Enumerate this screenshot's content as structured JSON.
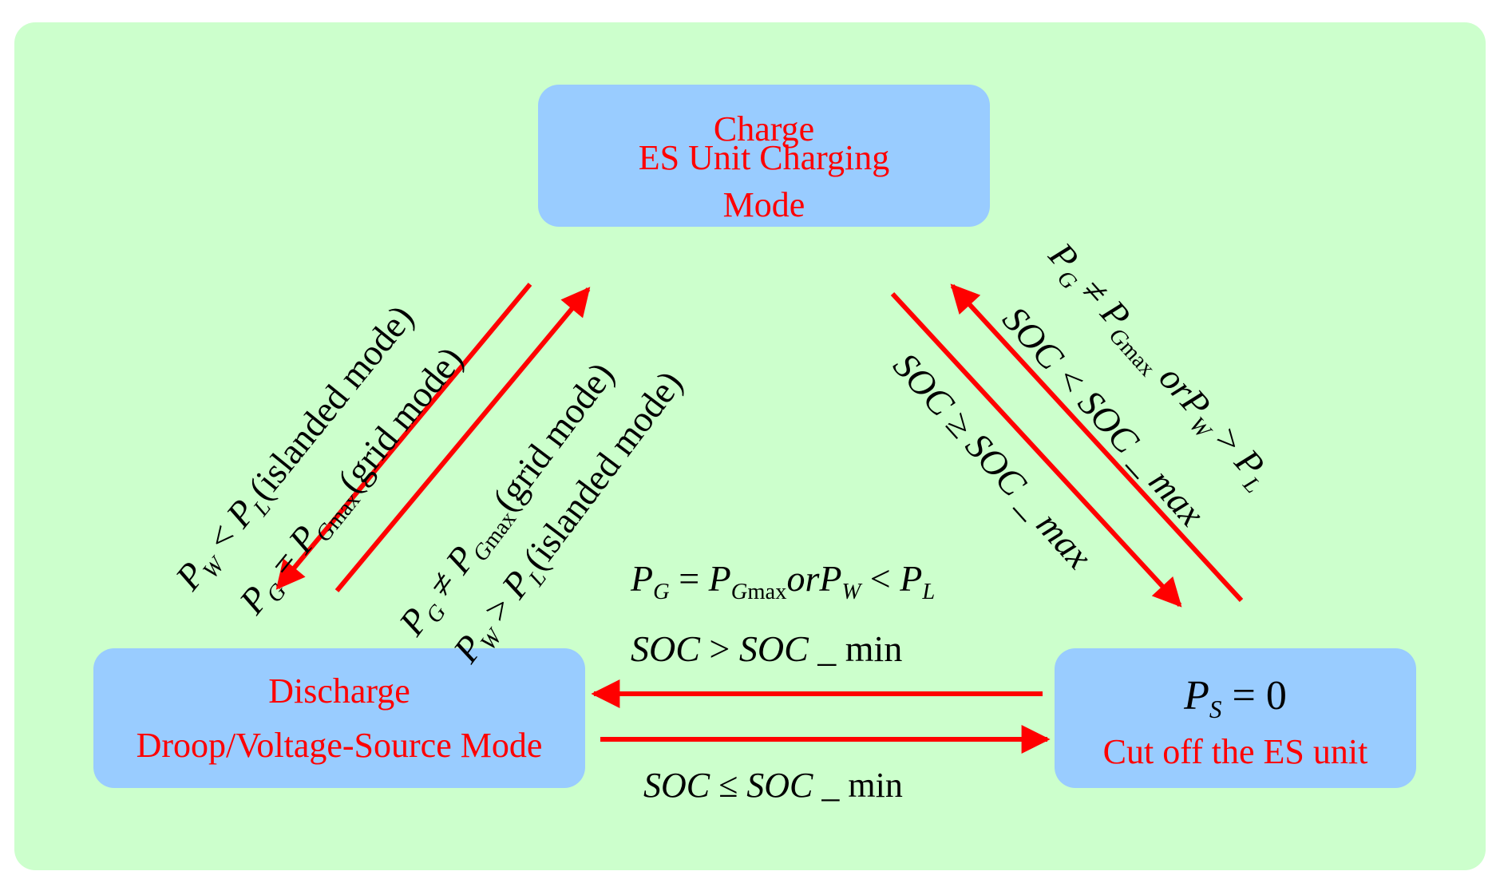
{
  "nodes": {
    "charge": {
      "line1": "Charge",
      "line2": "ES Unit Charging",
      "line3": "Mode"
    },
    "discharge": {
      "line1": "Discharge",
      "line2": "Droop/Voltage-Source Mode"
    },
    "cutoff": {
      "ps_var": "P",
      "ps_sub": "S",
      "ps_eq": " = 0",
      "line2": "Cut off the ES unit"
    }
  },
  "conditions": {
    "charge_to_discharge": {
      "l1": {
        "a": "P",
        "a_sub": "W",
        "op": " < ",
        "b": "P",
        "b_sub": "L",
        "tail": "(islanded  mode)"
      },
      "l2": {
        "a": "P",
        "a_sub": "G",
        "op": " = ",
        "b": "P",
        "b_sub": "G",
        "b_sub2": "max",
        "tail": "(grid mode)"
      }
    },
    "discharge_to_charge": {
      "l1": {
        "a": "P",
        "a_sub": "G",
        "op": " ≠ ",
        "b": "P",
        "b_sub": "G",
        "b_sub2": "max",
        "tail": "(grid mode)"
      },
      "l2": {
        "a": "P",
        "a_sub": "W",
        "op": " > ",
        "b": "P",
        "b_sub": "L",
        "tail": "(islanded  mode)"
      }
    },
    "charge_to_cutoff": {
      "text": "SOC ≥ SOC _ max"
    },
    "cutoff_to_charge": {
      "l1": {
        "a": "P",
        "a_sub": "G",
        "op": " ≠ ",
        "b": "P",
        "b_sub": "G",
        "b_sub2": "max",
        "or": "or",
        "c": "P",
        "c_sub": "W",
        "op2": " > ",
        "d": "P",
        "d_sub": "L"
      },
      "l2": {
        "text": "SOC < SOC _ max"
      }
    },
    "cutoff_to_discharge": {
      "l1": {
        "a": "P",
        "a_sub": "G",
        "op": " = ",
        "b": "P",
        "b_sub": "G",
        "b_sub2": "max",
        "or": "or",
        "c": "P",
        "c_sub": "W",
        "op2": " < ",
        "d": "P",
        "d_sub": "L"
      },
      "l2": {
        "soc": "SOC",
        "op": " > ",
        "soc2": "SOC",
        "tail": " _ min"
      }
    },
    "discharge_to_cutoff": {
      "soc": "SOC",
      "op": " ≤ ",
      "soc2": "SOC",
      "tail": " _ min"
    }
  },
  "colors": {
    "panel": "#ccffcc",
    "node": "#99ccff",
    "node_text": "#ff0000",
    "arrow": "#ff0000",
    "condition_text": "#000000"
  }
}
